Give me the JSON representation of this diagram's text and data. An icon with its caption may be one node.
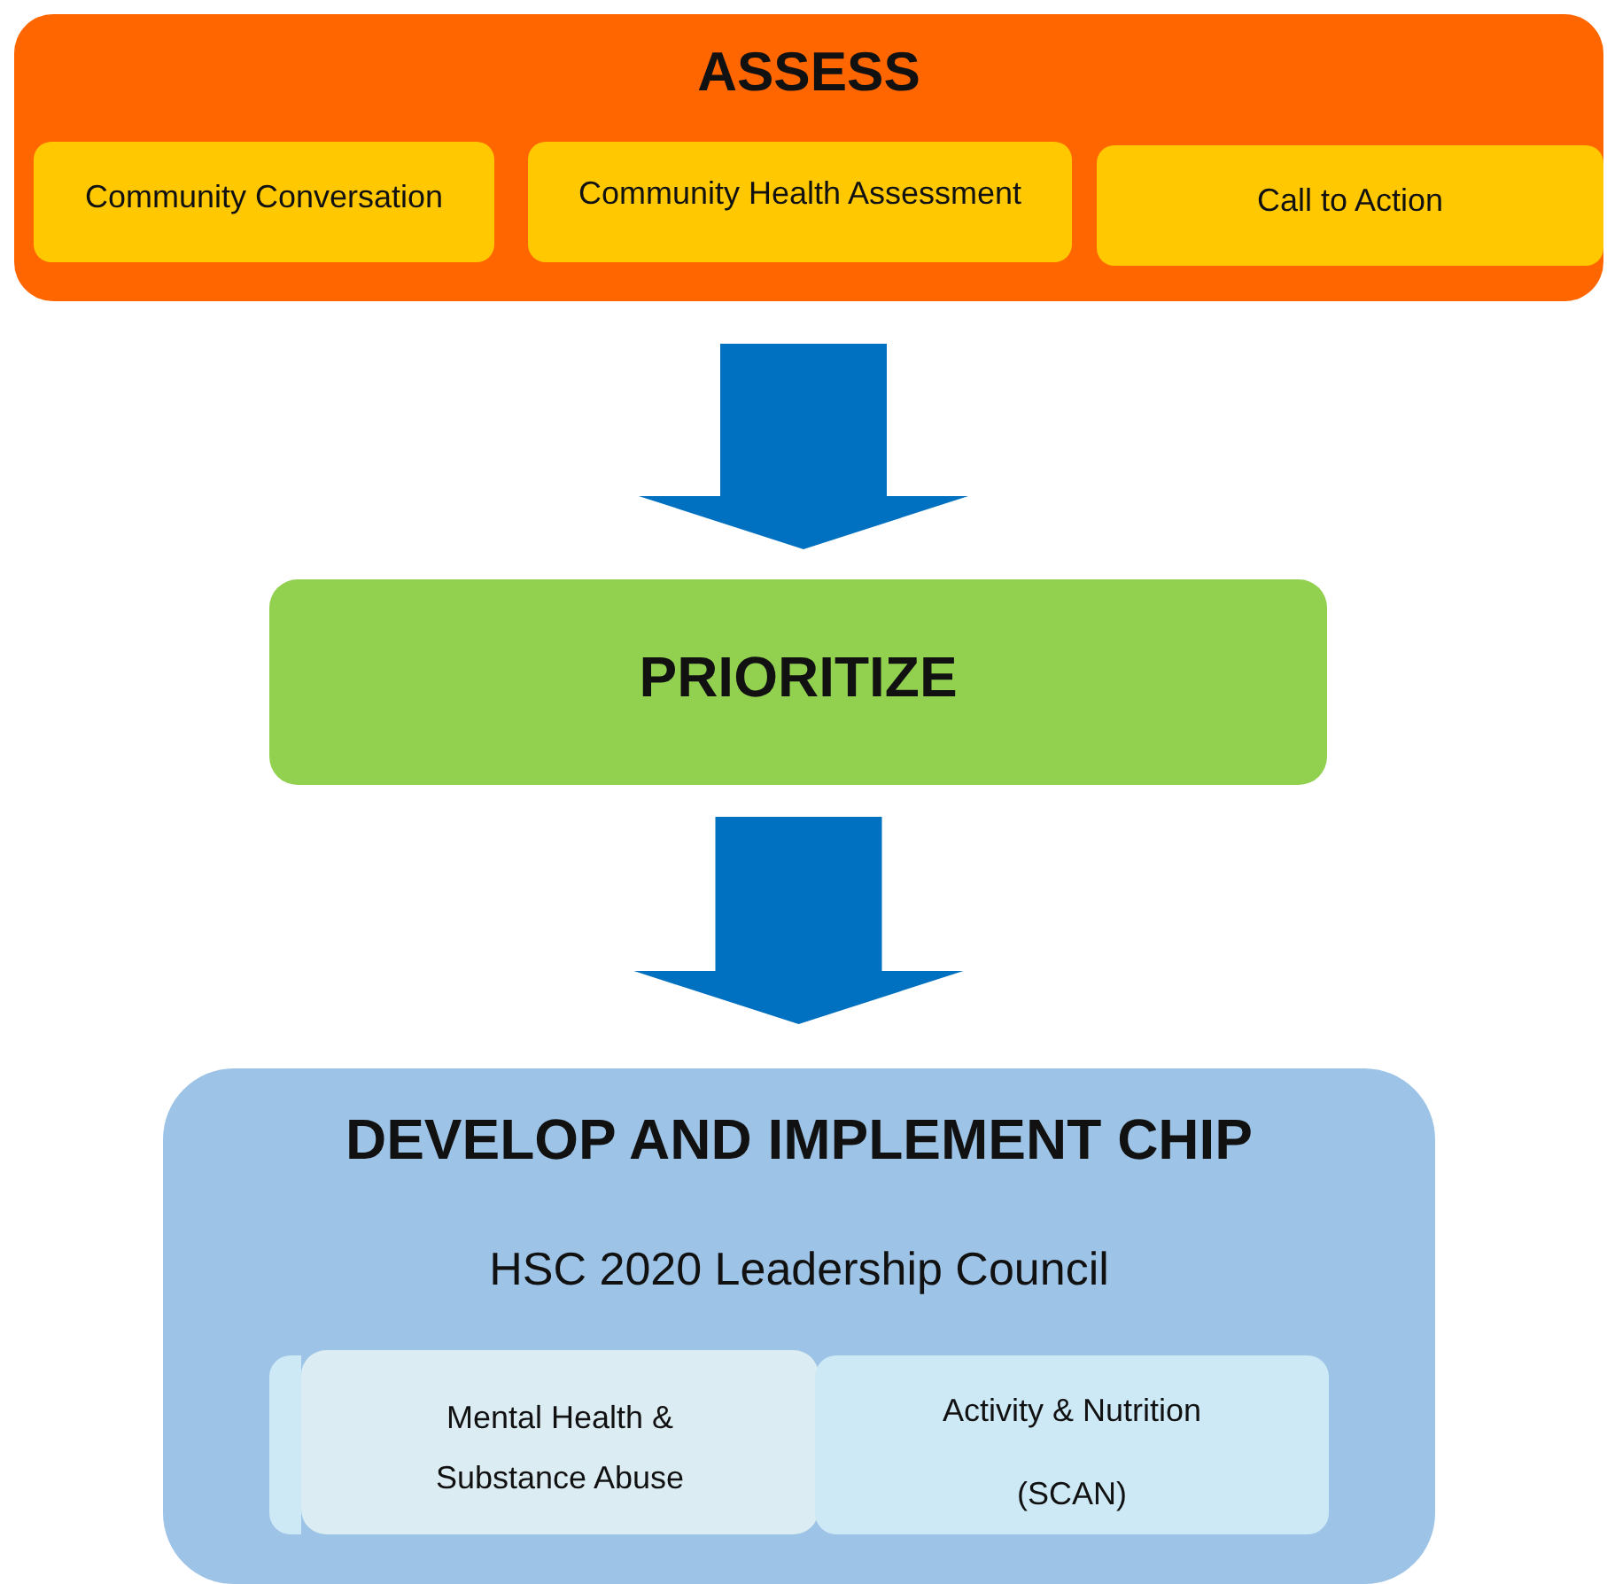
{
  "diagram": {
    "nodes": [
      {
        "text": [
          "ASSESS"
        ]
      },
      {
        "text": [
          "Community Conversation"
        ],
        "in": 0
      },
      {
        "text": [
          "Community Health Assessment"
        ],
        "in": 0
      },
      {
        "text": [
          "Call to Action"
        ],
        "in": 0
      },
      {
        "text": [
          "PRIORITIZE"
        ]
      },
      {
        "text": [
          "DEVELOP AND IMPLEMENT CHIP",
          "HSC 2020 Leadership Council"
        ]
      },
      {
        "text": [],
        "shape": "box",
        "in": 5
      },
      {
        "text": [
          "Mental Health & Substance Abuse"
        ],
        "in": 5
      },
      {
        "text": [
          "Activity & Nutrition (SCAN)"
        ],
        "in": 5
      }
    ],
    "edges": [
      {
        "from": 0,
        "to": 4,
        "arrow": "to"
      },
      {
        "from": 4,
        "to": 5,
        "arrow": "to"
      }
    ]
  }
}
